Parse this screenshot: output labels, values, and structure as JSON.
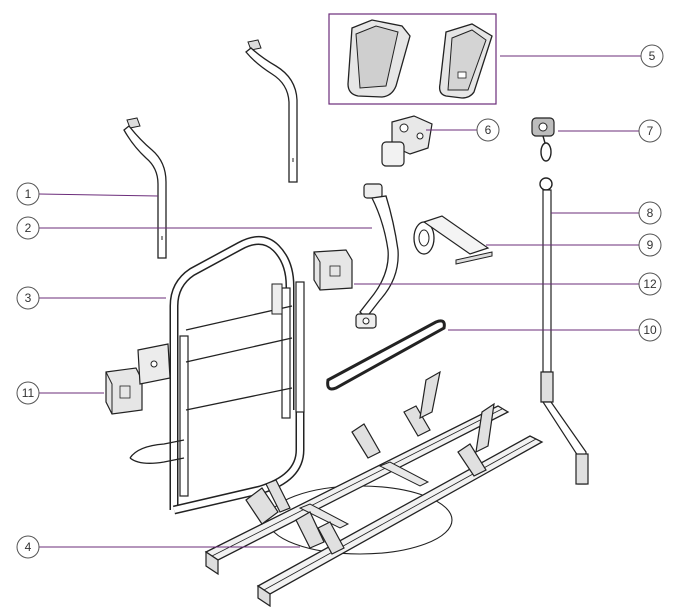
{
  "callouts": [
    {
      "number": "1"
    },
    {
      "number": "2"
    },
    {
      "number": "3"
    },
    {
      "number": "4"
    },
    {
      "number": "5"
    },
    {
      "number": "6"
    },
    {
      "number": "7"
    },
    {
      "number": "8"
    },
    {
      "number": "9"
    },
    {
      "number": "10"
    },
    {
      "number": "11"
    },
    {
      "number": "12"
    }
  ],
  "colors": {
    "leader_line": "#6b2c7a",
    "stroke": "#222222",
    "part_fill": "#ffffff",
    "shade": "#d9d9d9"
  }
}
